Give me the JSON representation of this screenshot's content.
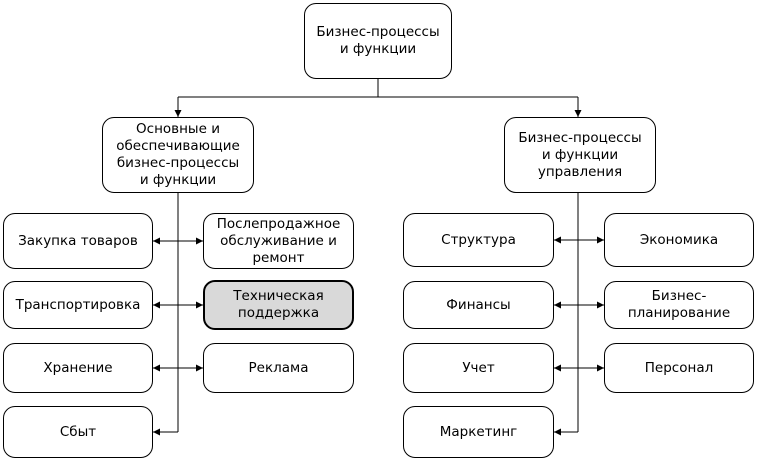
{
  "root": "Бизнес-процессы\nи функции",
  "left_group": {
    "title": "Основные и\nобеспечивающие\nбизнес-процессы\nи функции",
    "items_left": [
      "Закупка товаров",
      "Транспортировка",
      "Хранение",
      "Сбыт"
    ],
    "items_right": [
      "Послепродажное\nобслуживание и\nремонт",
      "Техническая\nподдержка",
      "Реклама"
    ],
    "highlighted": "Техническая\nподдержка"
  },
  "right_group": {
    "title": "Бизнес-процессы\nи функции\nуправления",
    "items_left": [
      "Структура",
      "Финансы",
      "Учет",
      "Маркетинг"
    ],
    "items_right": [
      "Экономика",
      "Бизнес-\nпланирование",
      "Персонал"
    ]
  },
  "colors": {
    "highlight_fill": "#d9d9d9",
    "stroke": "#000000"
  }
}
